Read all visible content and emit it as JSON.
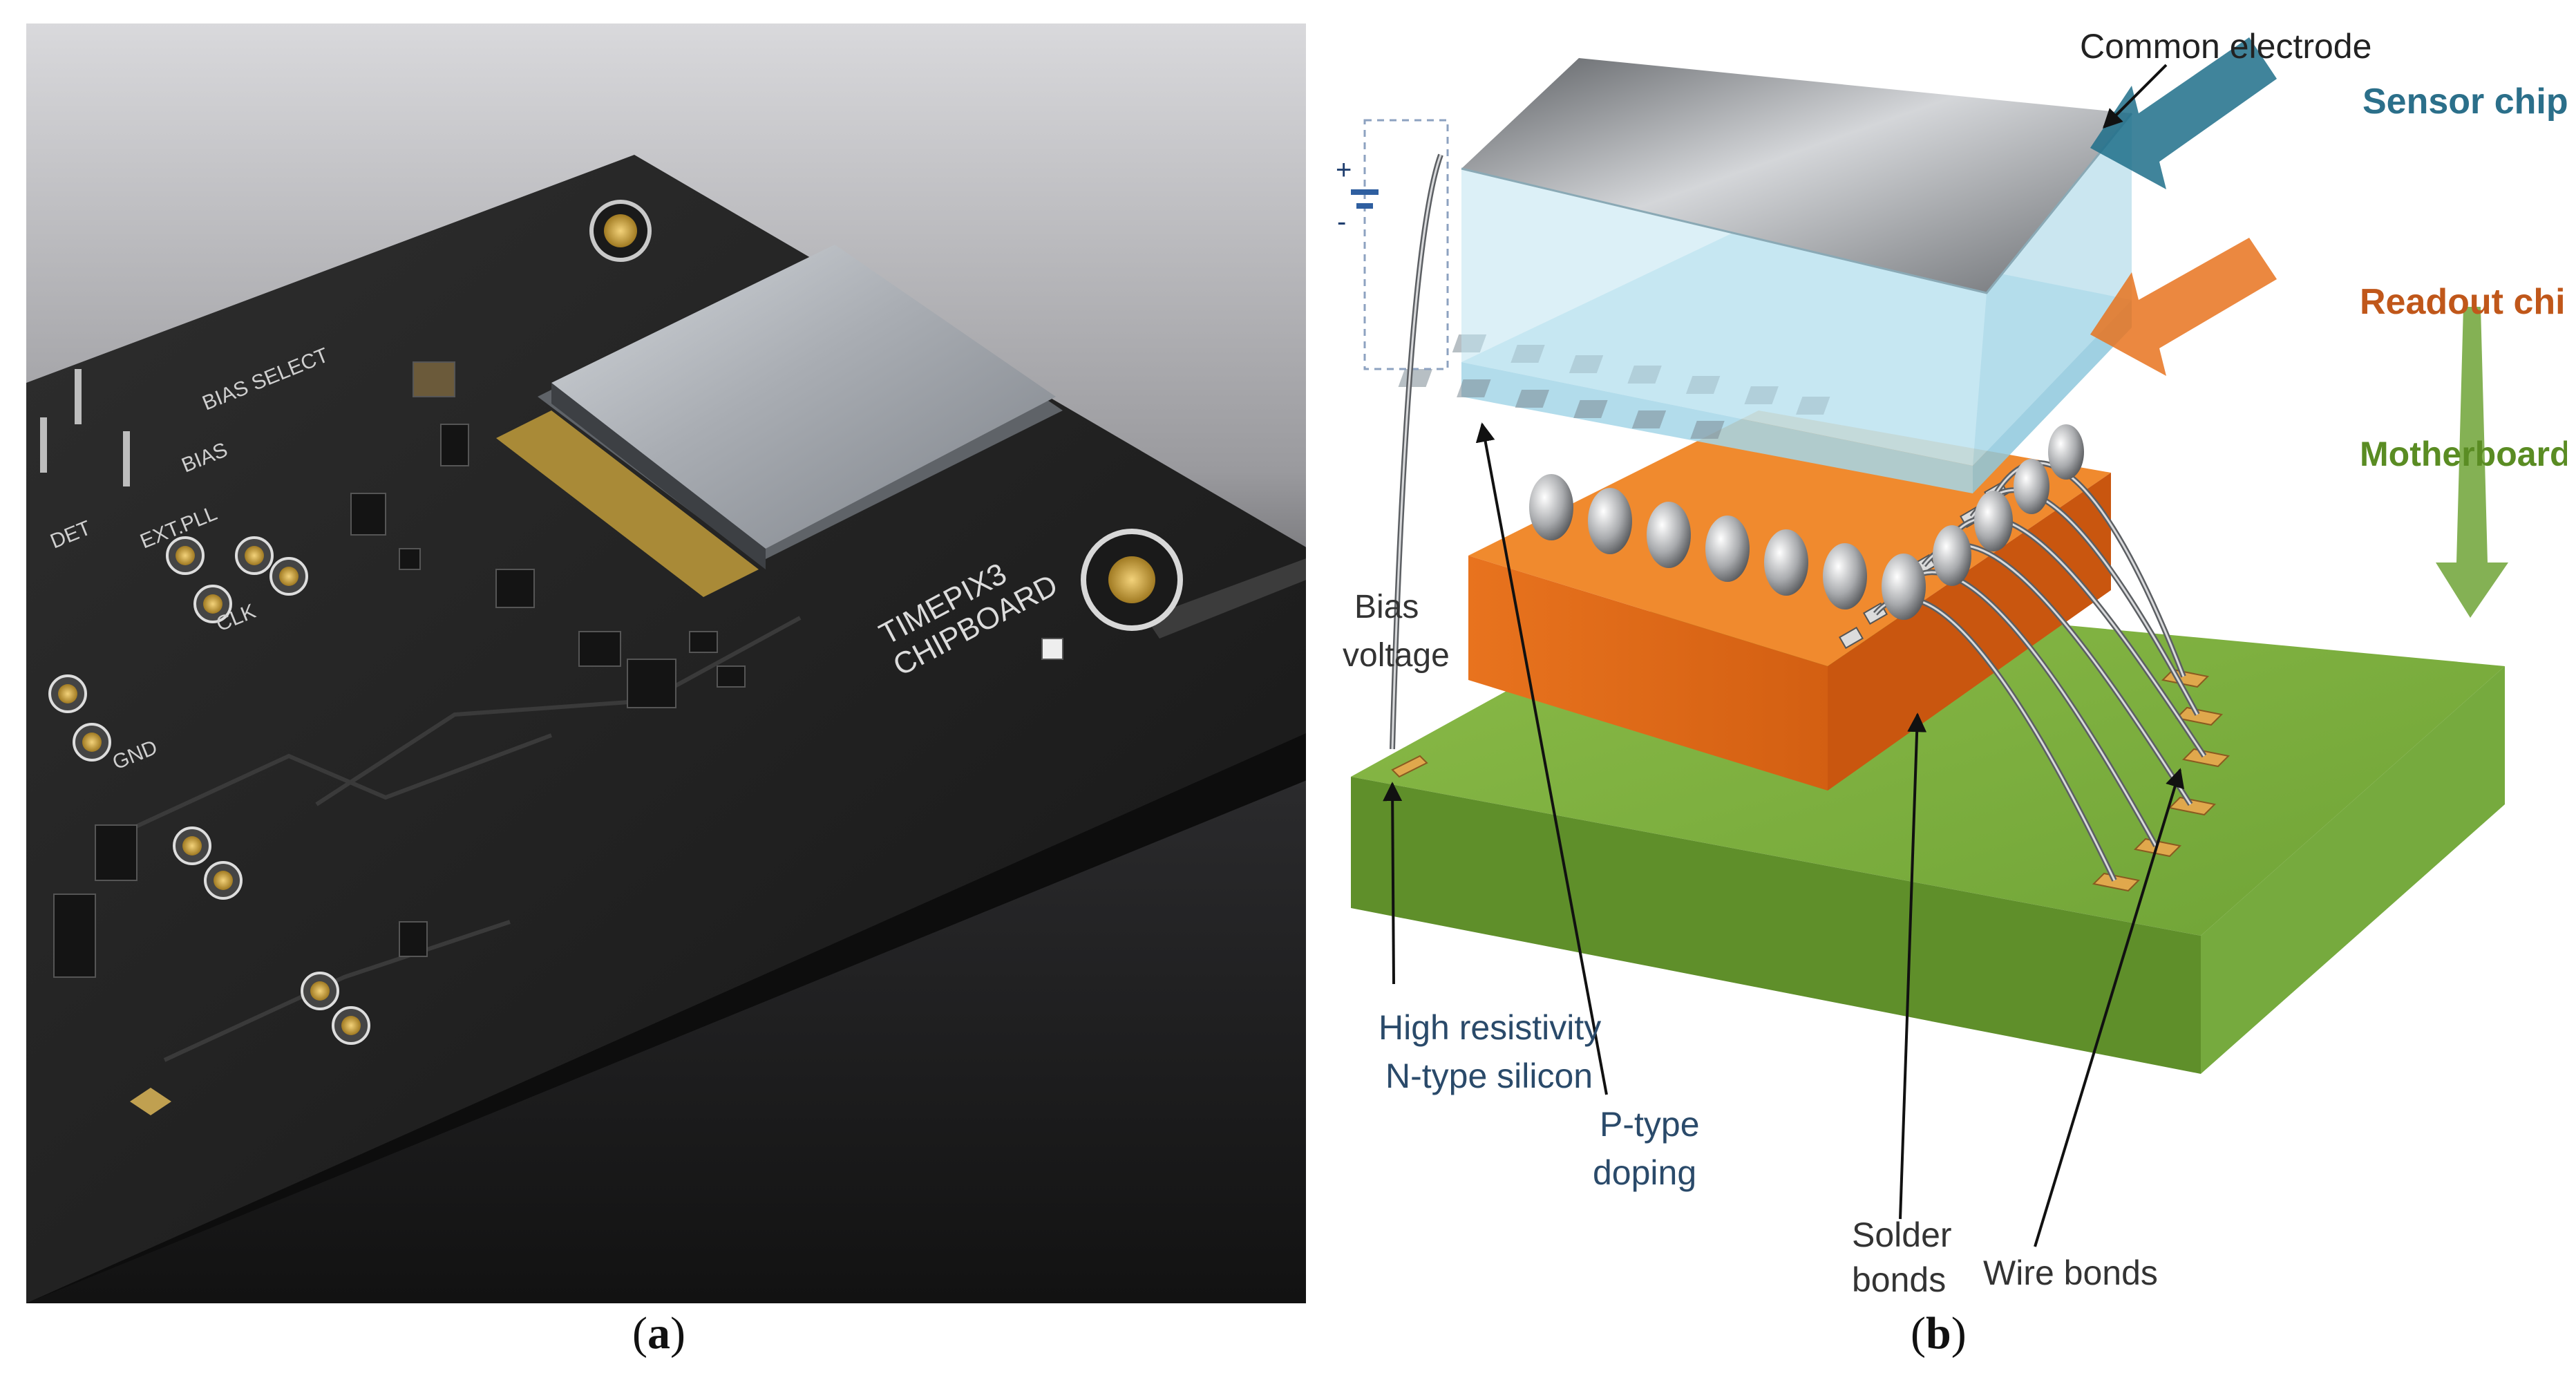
{
  "panel_a": {
    "caption_open": "(",
    "caption_letter": "a",
    "caption_close": ")",
    "chip_text": "TIMEPIX3",
    "board_text": "CHIPBOARD",
    "silk_bias_select": "BIAS SELECT",
    "silk_bias": "BIAS",
    "silk_det": "DET",
    "silk_ext_pll": "EXT.PLL",
    "silk_clk": "CLK",
    "silk_gnd": "GND"
  },
  "panel_b": {
    "caption_open": "(",
    "caption_letter": "b",
    "caption_close": ")",
    "labels": {
      "common_electrode": "Common electrode",
      "sensor_chip": "Sensor chip",
      "readout_chip": "Readout chip",
      "motherboard": "Motherboard",
      "bias_1": "Bias",
      "bias_2": "voltage",
      "high_res_1": "High resistivity",
      "high_res_2": "N-type silicon",
      "ptype_1": "P-type",
      "ptype_2": "doping",
      "solder_1": "Solder",
      "solder_2": "bonds",
      "wire_bonds": "Wire bonds",
      "plus": "+",
      "minus": "-"
    }
  },
  "colors": {
    "sensor_label": "#2b6f8a",
    "readout_label": "#c0571a",
    "motherboard_label": "#5a8c23",
    "callout_text": "#2a4a6a",
    "orange_chip": "#e8731e",
    "green_board": "#6fa336",
    "glass_blue": "#bfe4f0"
  }
}
